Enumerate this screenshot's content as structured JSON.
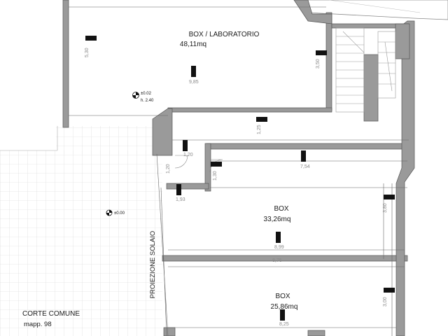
{
  "rooms": {
    "lab": {
      "name": "BOX / LABORATORIO",
      "area": "48,11mq"
    },
    "box1": {
      "name": "BOX",
      "area": "33,26mq"
    },
    "box2": {
      "name": "BOX",
      "area": "25,86mq"
    }
  },
  "court": {
    "name": "CORTE COMUNE",
    "parcel": "mapp. 98"
  },
  "slab_projection": "PROIEZIONE SOLAIO",
  "levels": {
    "lab": "±0.02",
    "lab_height": "h. 2.40",
    "court": "±0.00"
  },
  "dimensions": {
    "lab_width": "9,85",
    "lab_depth": "5,30",
    "lab_right": "3,50",
    "corridor_height": "1,25",
    "corridor_width_a": "1,20",
    "corridor_height_b": "1,20",
    "corridor_height_c": "1,30",
    "passage": "1,93",
    "box_top_width": "7,54",
    "box1_depth": "3,80",
    "box1_width": "8,99",
    "box1_width_b": "8,76",
    "box2_depth": "3,00",
    "box2_width": "8,25"
  },
  "colors": {
    "wall": "#9a9a9a",
    "line": "#555555",
    "grid": "#cfcfcf"
  }
}
